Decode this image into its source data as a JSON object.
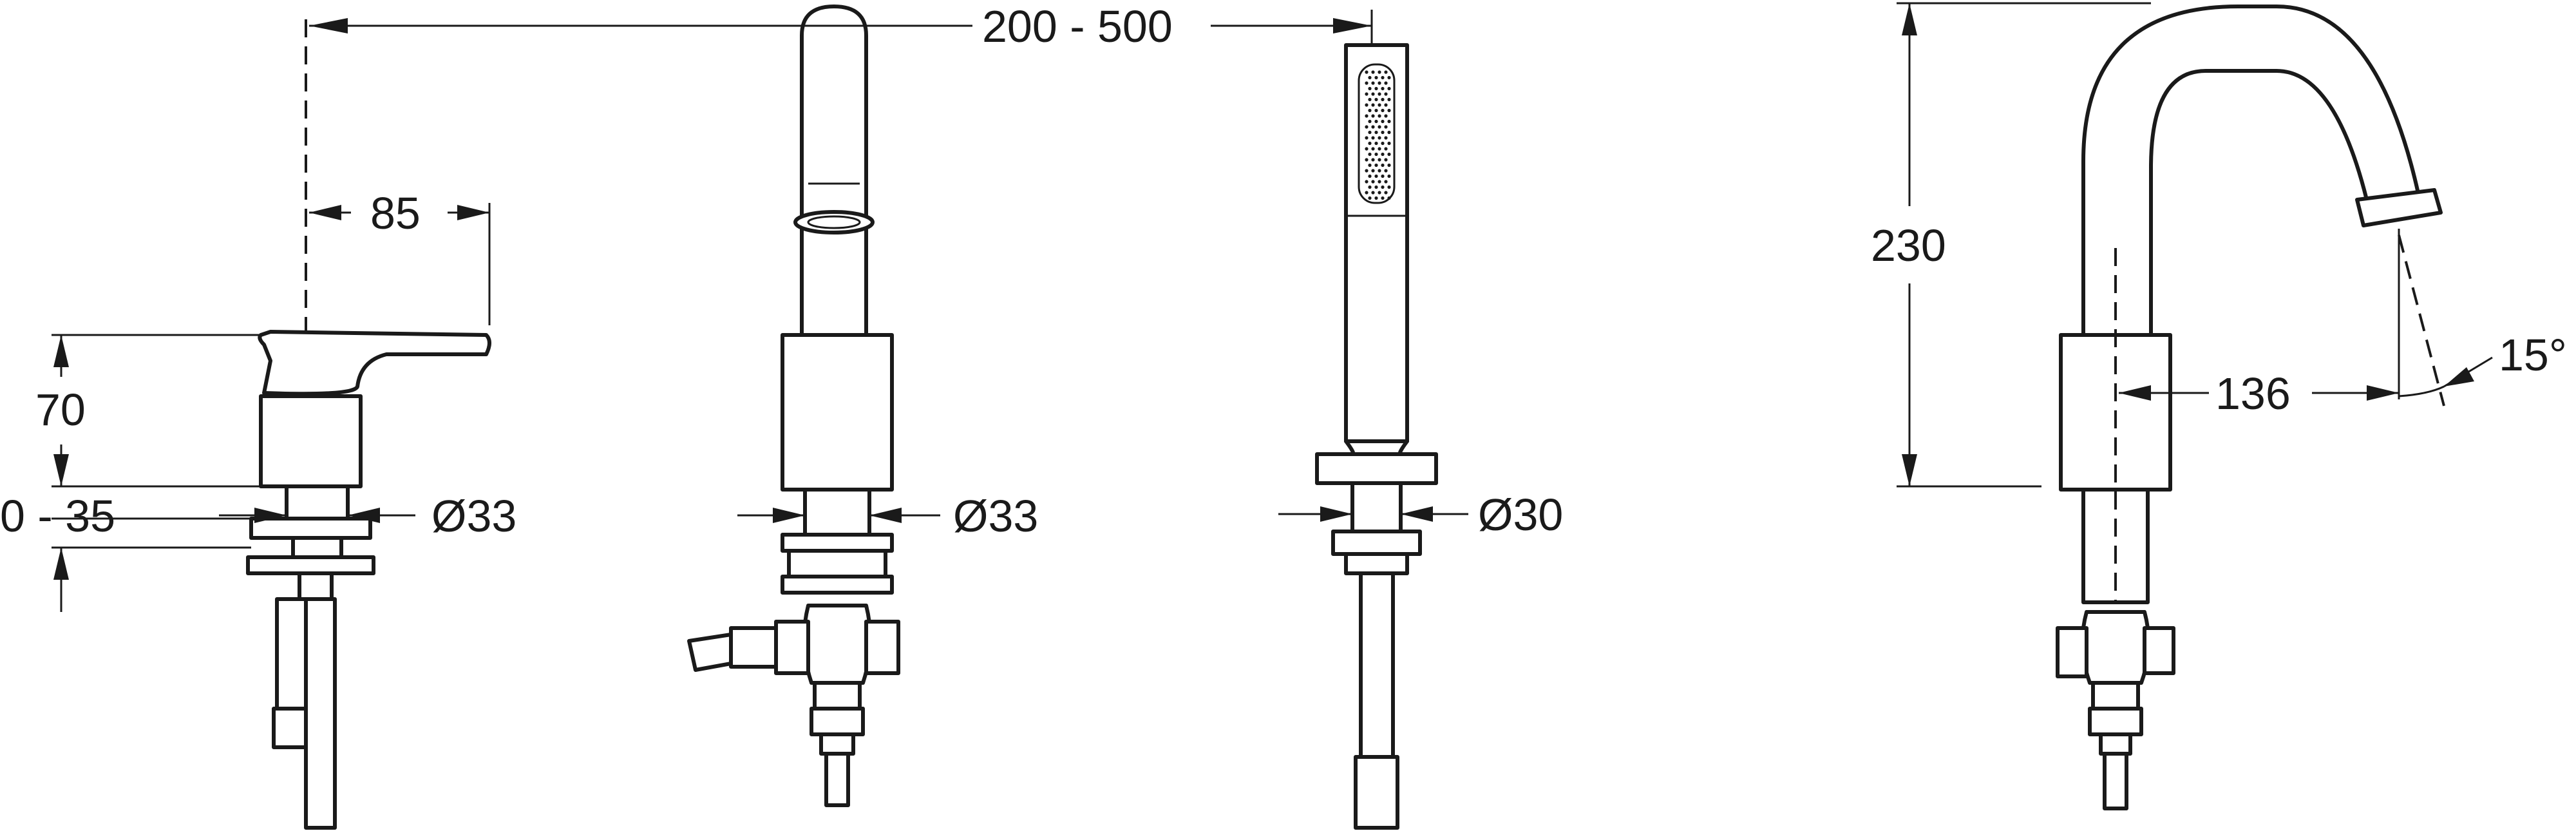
{
  "dimensions": {
    "spacing": "200 - 500",
    "lever_offset": "85",
    "body_height": "70",
    "deck_thickness": "0 - 35",
    "mixer_diameter": "Ø33",
    "spout_diameter": "Ø33",
    "handshower_diameter": "Ø30",
    "spout_height": "230",
    "spout_projection": "136",
    "spout_angle": "15°"
  }
}
